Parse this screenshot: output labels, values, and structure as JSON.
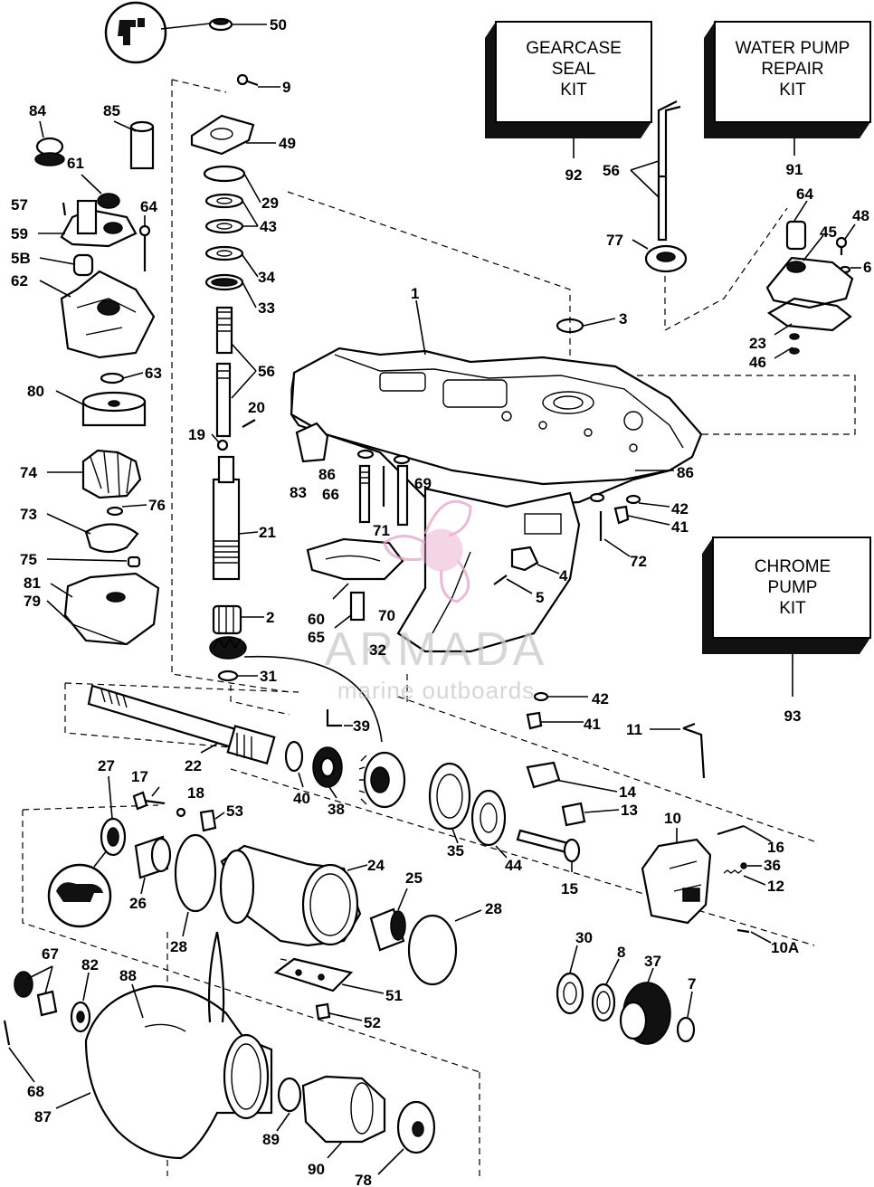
{
  "kits": [
    {
      "id": "gearcase-seal-kit",
      "lines": [
        "GEARCASE",
        "SEAL",
        "KIT"
      ],
      "number": "92"
    },
    {
      "id": "water-pump-repair-kit",
      "lines": [
        "WATER PUMP",
        "REPAIR",
        "KIT"
      ],
      "number": "91"
    },
    {
      "id": "chrome-pump-kit",
      "lines": [
        "CHROME",
        "PUMP",
        "KIT"
      ],
      "number": "93"
    }
  ],
  "callouts": [
    "50",
    "9",
    "49",
    "29",
    "43",
    "34",
    "33",
    "56",
    "20",
    "19",
    "21",
    "2",
    "32",
    "31",
    "84",
    "85",
    "61",
    "57",
    "64",
    "59",
    "5B",
    "62",
    "63",
    "80",
    "74",
    "76",
    "73",
    "75",
    "81",
    "79",
    "1",
    "3",
    "92",
    "56",
    "77",
    "91",
    "64",
    "48",
    "45",
    "6",
    "23",
    "46",
    "86",
    "69",
    "83",
    "66",
    "71",
    "86",
    "42",
    "41",
    "72",
    "4",
    "5",
    "60",
    "70",
    "65",
    "93",
    "42",
    "41",
    "39",
    "22",
    "40",
    "38",
    "11",
    "14",
    "13",
    "27",
    "17",
    "18",
    "53",
    "35",
    "44",
    "15",
    "10",
    "16",
    "36",
    "12",
    "26",
    "28",
    "24",
    "25",
    "28",
    "10A",
    "30",
    "8",
    "37",
    "7",
    "67",
    "82",
    "88",
    "51",
    "52",
    "68",
    "87",
    "89",
    "90",
    "78"
  ],
  "watermark": {
    "brand": "ARMADA",
    "tagline": "marine outboards"
  },
  "colors": {
    "ink": "#000000",
    "watermark_pink": "#e4a3c9",
    "watermark_gray": "#c9c9c9"
  }
}
